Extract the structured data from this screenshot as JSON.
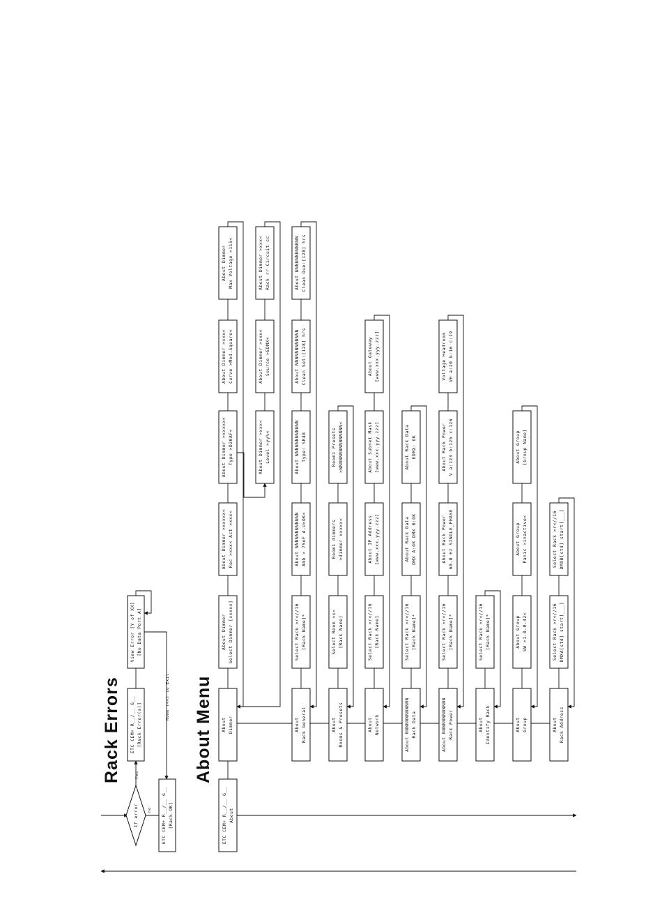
{
  "rack_errors": {
    "heading": "Rack Errors",
    "decision": "If error",
    "yes": "Yes",
    "no": "no",
    "rack_ok": [
      "ETC CEM+ R__/__ G__",
      "[Rack OK]"
    ],
    "rack_error": [
      "ETC CEM+ R__/__ G__",
      "[Rack Error(s)]"
    ],
    "view_error": [
      "View Error [Y of XX]",
      "[No Data Port A]"
    ],
    "exit_label": "Home (<<) to Exit"
  },
  "about_menu": {
    "heading": "About Menu",
    "start": [
      "ETC CEM+ R__/__ G__",
      "About"
    ],
    "rows": [
      {
        "head": [
          "About",
          "Dimmer"
        ],
        "items": [
          [
            "About Dimmer",
            "Select Dimmer [xxxxx]"
          ],
          [
            "About Dimmer >xxxxx<",
            "Rec >xxx< Act >xxx<"
          ],
          [
            "About Dimmer >xxxxx<",
            "Type >D20AF<"
          ],
          [
            "About Dimmer >xxx<",
            "Curve >Mod.Square<"
          ],
          [
            "About Dimmer",
            "Max Voltage >115<"
          ]
        ],
        "sub": [
          [
            "About Dimmer >xxx<",
            "Level >yy%<"
          ],
          [
            "About Dimmer >xxx<",
            "Source >EDMX<"
          ],
          [
            "About Dimmer >xxx<",
            "Rack rr  Circuit cc"
          ]
        ]
      },
      {
        "head": [
          "About",
          "Rack General"
        ],
        "items": [
          [
            "Select Rack  >r<//16",
            "[Rack Name]*"
          ],
          [
            "About NNNNNNNNNNNN",
            "Amb > 75oF A.U>OK<"
          ],
          [
            "About NNNNNNNNNNNN",
            "Type: SR48"
          ],
          [
            "About NNNNNNNNNNNN",
            "Clean Set:[128] hrs"
          ],
          [
            "About NNNNNNNNNNNN",
            "Clean Due:[128] hrs"
          ]
        ]
      },
      {
        "head": [
          "About",
          "Rooms & Presets"
        ],
        "items": [
          [
            "Select Room >x<",
            "[Rack Name]"
          ],
          [
            "Room1 dimmers",
            ">dimmer xxxxx<"
          ],
          [
            "Room1 Presets",
            ">NNNNNNNNNNNNNNN<"
          ]
        ]
      },
      {
        "head": [
          "About",
          "Network"
        ],
        "items": [
          [
            "Select Rack  >r<//16",
            "[Rack Name]"
          ],
          [
            "About IP Address",
            "[www.xxx.yyy.zzz]"
          ],
          [
            "About Subnet Mask",
            "[www.xxx.yyy.zzz]"
          ],
          [
            "About Gateway",
            "[www.xxx.yyy.zzz]"
          ]
        ]
      },
      {
        "head": [
          "About NNNNNNNNNNNN",
          "Rack Data"
        ],
        "items": [
          [
            "Select Rack  >r<//16",
            "[Rack Name]*"
          ],
          [
            "About Rack Data",
            "DMX A:OK DMX B:OK"
          ],
          [
            "About Rack Data",
            "EDMX: OK"
          ]
        ]
      },
      {
        "head": [
          "About NNNNNNNNNNNN",
          "Rack Power"
        ],
        "items": [
          [
            "Select Rack  >r<//16",
            "[Rack Name]*"
          ],
          [
            "About Rack Power",
            "60.0 Hz SINGLE_PHASE"
          ],
          [
            "About Rack Power",
            "V a:123 b:125 c:126"
          ],
          [
            "Voltage Headroom",
            "VH a:20 b:16 c:19"
          ]
        ]
      },
      {
        "head": [
          "About",
          "Identify Rack"
        ],
        "items": [
          [
            "Select Rack  >r<//16",
            "[Rack Name]*"
          ]
        ]
      },
      {
        "head": [
          "About",
          "Group"
        ],
        "items": [
          [
            "About Group",
            "SW >1.0.0.42<"
          ],
          [
            "About Group",
            "Panic >inactive<"
          ],
          [
            "About Group",
            "[Group Name]"
          ]
        ]
      },
      {
        "head": [
          "About",
          "Rack Address"
        ],
        "items": [
          [
            "Select Rack  >r<//16",
            "DMXA[std] start[___]"
          ],
          [
            "Select Rack  >r<//16",
            "DMXB[std] start[___]"
          ]
        ]
      }
    ]
  }
}
